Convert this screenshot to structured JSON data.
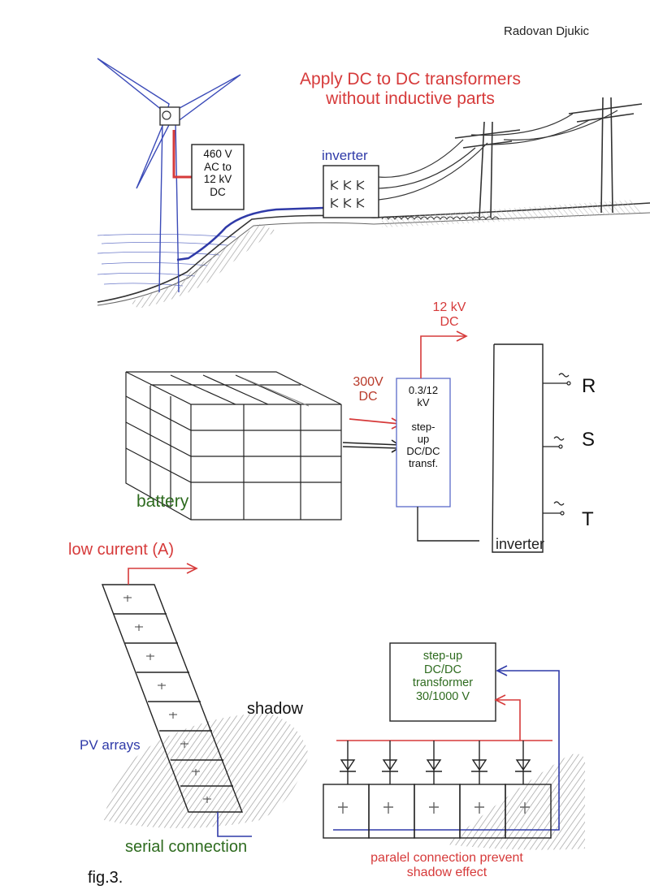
{
  "author": "Radovan Djukic",
  "figure_label": "fig.3.",
  "colors": {
    "red": "#d63a3a",
    "blue": "#2f3aa8",
    "green": "#2e6b1f",
    "dark": "#222222",
    "pencil": "#9a9a9a"
  },
  "top_panel": {
    "headline_line1": "Apply DC to DC transformers",
    "headline_line2": "without inductive parts",
    "converter_box": [
      "460 V",
      "AC to",
      "12 kV",
      "DC"
    ],
    "inverter_label": "inverter"
  },
  "middle_panel": {
    "output_voltage": [
      "12 kV",
      "DC"
    ],
    "input_voltage": [
      "300V",
      "DC"
    ],
    "transformer_box": [
      "0.3/12",
      "kV",
      "",
      "step-",
      "up",
      "DC/DC",
      "transf."
    ],
    "battery_label": "battery",
    "inverter_label": "inverter",
    "phases": [
      "R",
      "S",
      "T"
    ]
  },
  "bottom_panel": {
    "low_current_label": "low current (A)",
    "pv_arrays_label": "PV arrays",
    "shadow_label": "shadow",
    "serial_label": "serial connection",
    "stepup_box": [
      "step-up",
      "DC/DC",
      "transformer",
      "30/1000 V"
    ],
    "parallel_label_line1": "paralel connection prevent",
    "parallel_label_line2": "shadow effect"
  }
}
